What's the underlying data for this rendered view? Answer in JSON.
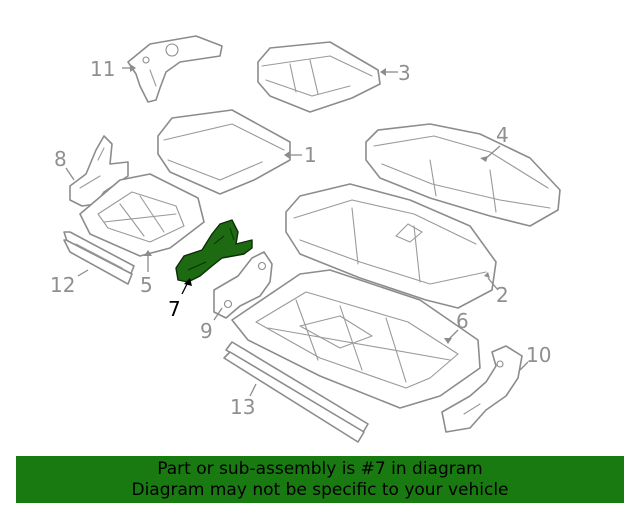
{
  "callouts": {
    "c1": "1",
    "c2": "2",
    "c3": "3",
    "c4": "4",
    "c5": "5",
    "c6": "6",
    "c7": "7",
    "c8": "8",
    "c9": "9",
    "c10": "10",
    "c11": "11",
    "c12": "12",
    "c13": "13"
  },
  "banner": {
    "line1": "Part or sub-assembly is #7 in diagram",
    "line2": "Diagram may not be specific to your vehicle"
  },
  "colors": {
    "banner_background": "#1a7a12",
    "highlighted_part": "#1e6a12",
    "line_art": "#8c8c8c"
  }
}
